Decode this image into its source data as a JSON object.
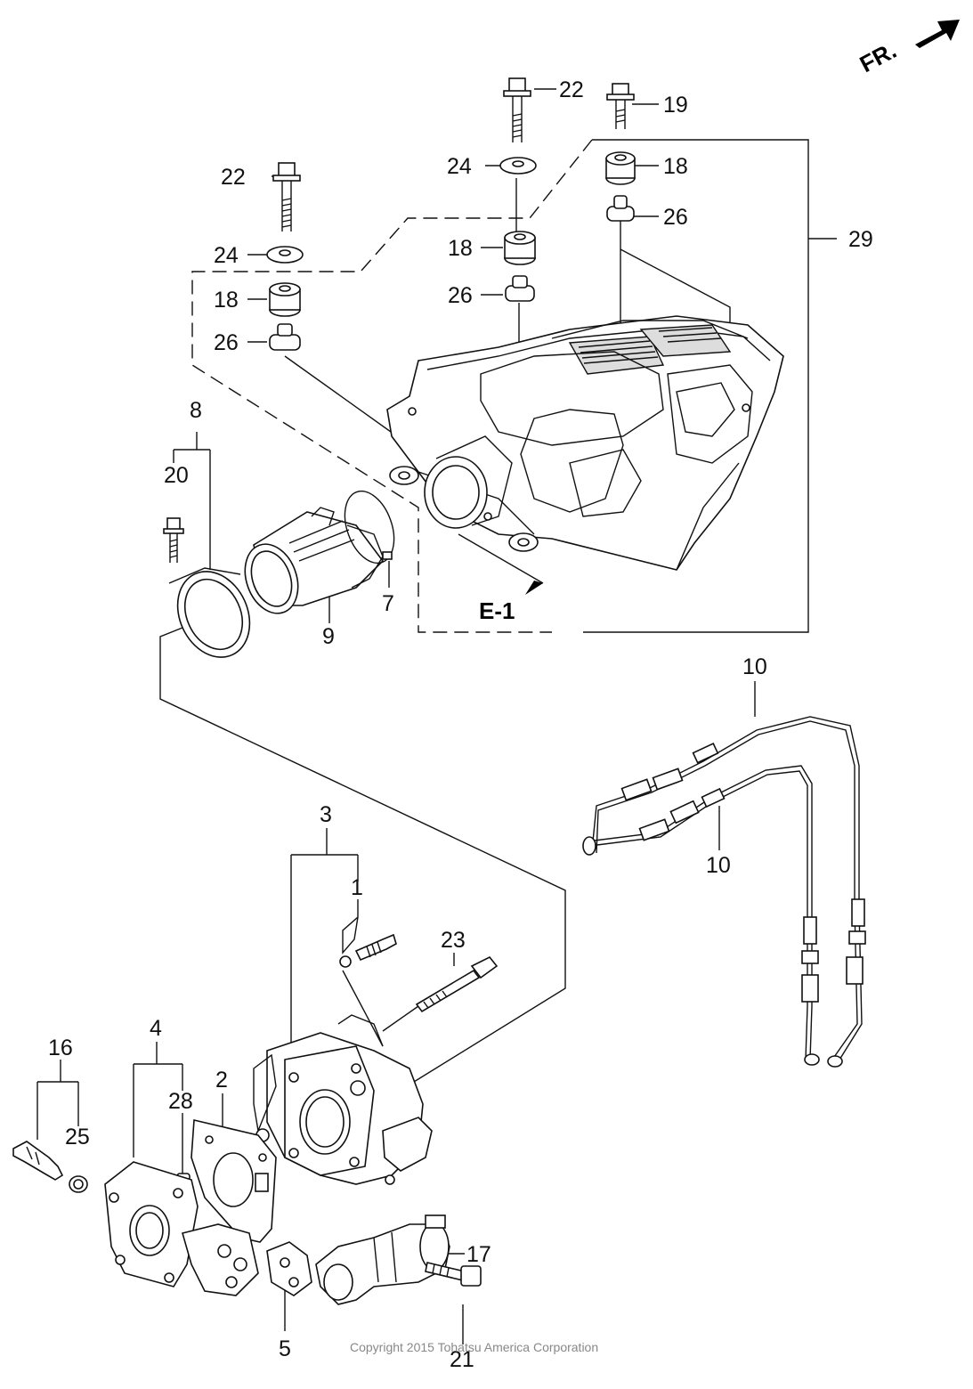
{
  "orientation": {
    "label": "FR.",
    "icon": "arrow-icon"
  },
  "section_ref": "E-1",
  "copyright": "Copyright 2015 Tohatsu America Corporation",
  "callouts": [
    {
      "id": "c22a",
      "text": "22"
    },
    {
      "id": "c19",
      "text": "19"
    },
    {
      "id": "c24b",
      "text": "24"
    },
    {
      "id": "c18c",
      "text": "18"
    },
    {
      "id": "c22b",
      "text": "22"
    },
    {
      "id": "c26c",
      "text": "26"
    },
    {
      "id": "c29",
      "text": "29"
    },
    {
      "id": "c24a",
      "text": "24"
    },
    {
      "id": "c18b",
      "text": "18"
    },
    {
      "id": "c18a",
      "text": "18"
    },
    {
      "id": "c26b",
      "text": "26"
    },
    {
      "id": "c26a",
      "text": "26"
    },
    {
      "id": "c8",
      "text": "8"
    },
    {
      "id": "c20",
      "text": "20"
    },
    {
      "id": "c7",
      "text": "7"
    },
    {
      "id": "c9",
      "text": "9"
    },
    {
      "id": "c10a",
      "text": "10"
    },
    {
      "id": "c10b",
      "text": "10"
    },
    {
      "id": "c3",
      "text": "3"
    },
    {
      "id": "c1",
      "text": "1"
    },
    {
      "id": "c23",
      "text": "23"
    },
    {
      "id": "c16",
      "text": "16"
    },
    {
      "id": "c4",
      "text": "4"
    },
    {
      "id": "c2",
      "text": "2"
    },
    {
      "id": "c28",
      "text": "28"
    },
    {
      "id": "c25",
      "text": "25"
    },
    {
      "id": "c17",
      "text": "17"
    },
    {
      "id": "c5",
      "text": "5"
    },
    {
      "id": "c21",
      "text": "21"
    }
  ]
}
